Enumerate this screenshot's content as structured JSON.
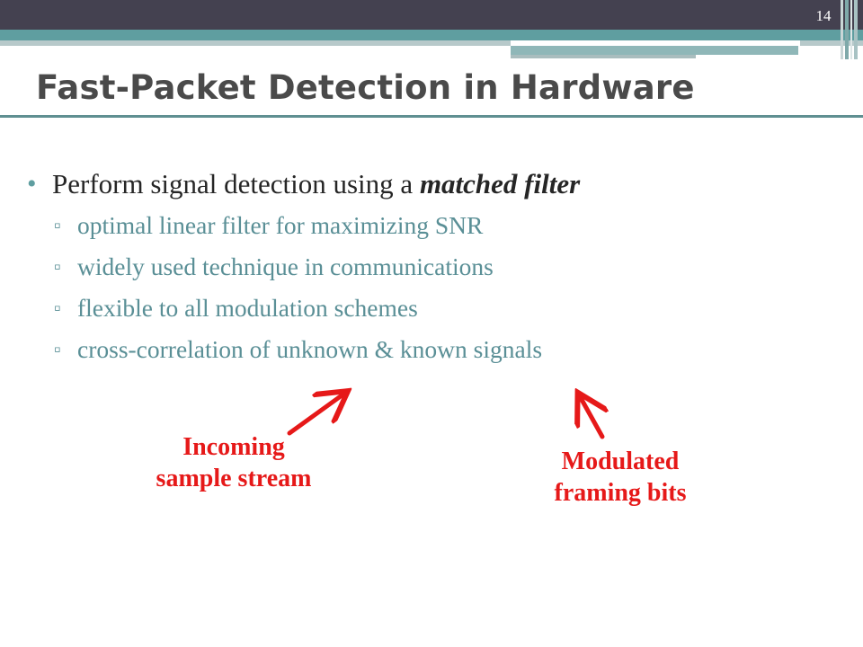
{
  "slide": {
    "number": "14",
    "title": "Fast-Packet Detection in Hardware"
  },
  "bullets": {
    "main": {
      "text_before": "Perform signal detection using a ",
      "emphasis": "matched filter"
    },
    "sub_items": [
      "optimal linear filter for maximizing SNR",
      "widely used technique in communications",
      "flexible to all modulation schemes",
      "cross-correlation of unknown & known signals"
    ],
    "main_marker": "•",
    "sub_marker": "▫"
  },
  "callouts": {
    "incoming": {
      "line1": "Incoming",
      "line2": "sample stream"
    },
    "modulated": {
      "line1": "Modulated",
      "line2": "framing bits"
    }
  },
  "colors": {
    "title": "#4a4a4a",
    "accent_teal": "#5f9ea0",
    "sub_text": "#5a8f96",
    "callout_red": "#e61919",
    "top_band": "#444150"
  }
}
